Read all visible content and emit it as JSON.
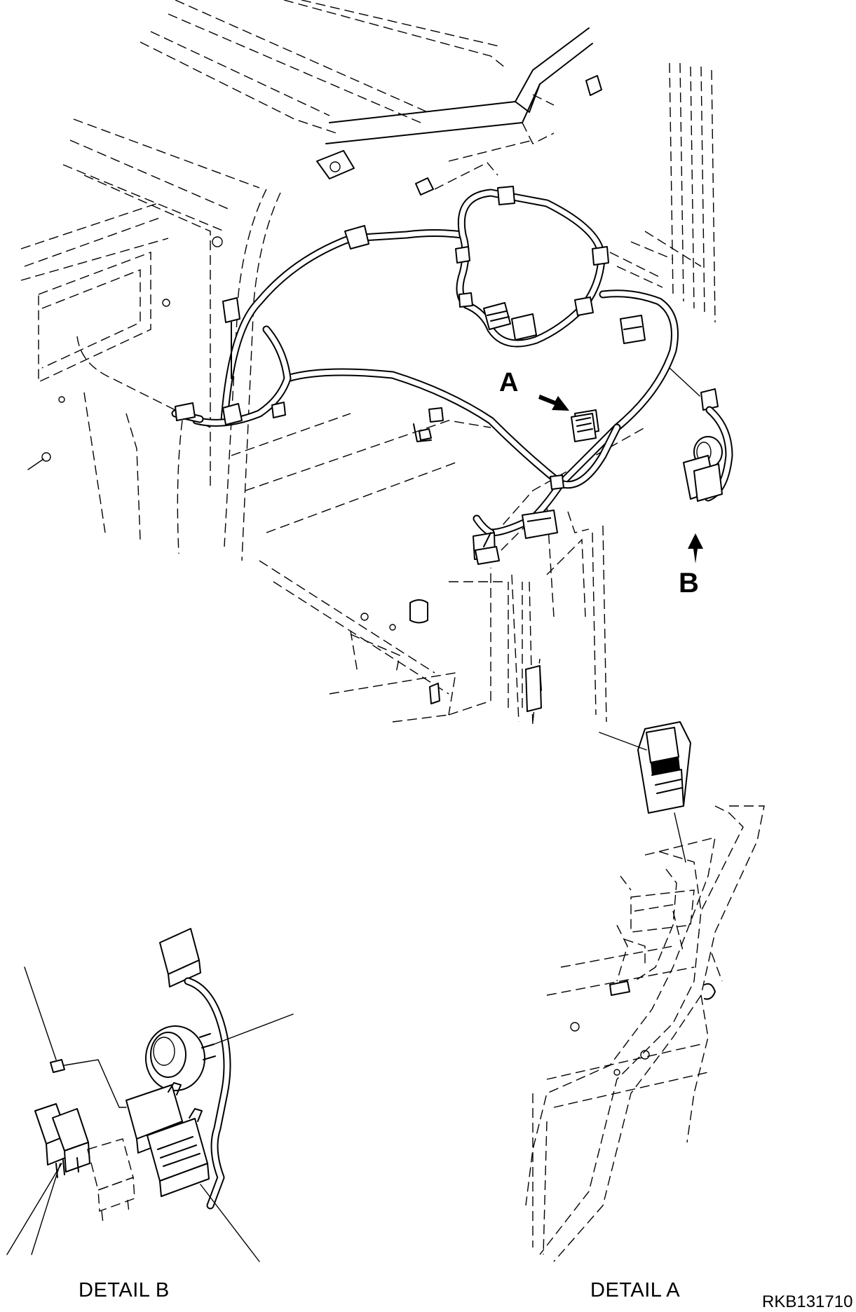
{
  "callouts": {
    "a": "A",
    "b": "B"
  },
  "captions": {
    "detail_b": "DETAIL B",
    "detail_a": "DETAIL A"
  },
  "drawing_code": "RKB131710",
  "colors": {
    "ink": "#000000",
    "paper": "#ffffff"
  },
  "icons": {
    "arrow_a": "arrow-down-right-icon",
    "arrow_b": "arrow-up-icon"
  }
}
